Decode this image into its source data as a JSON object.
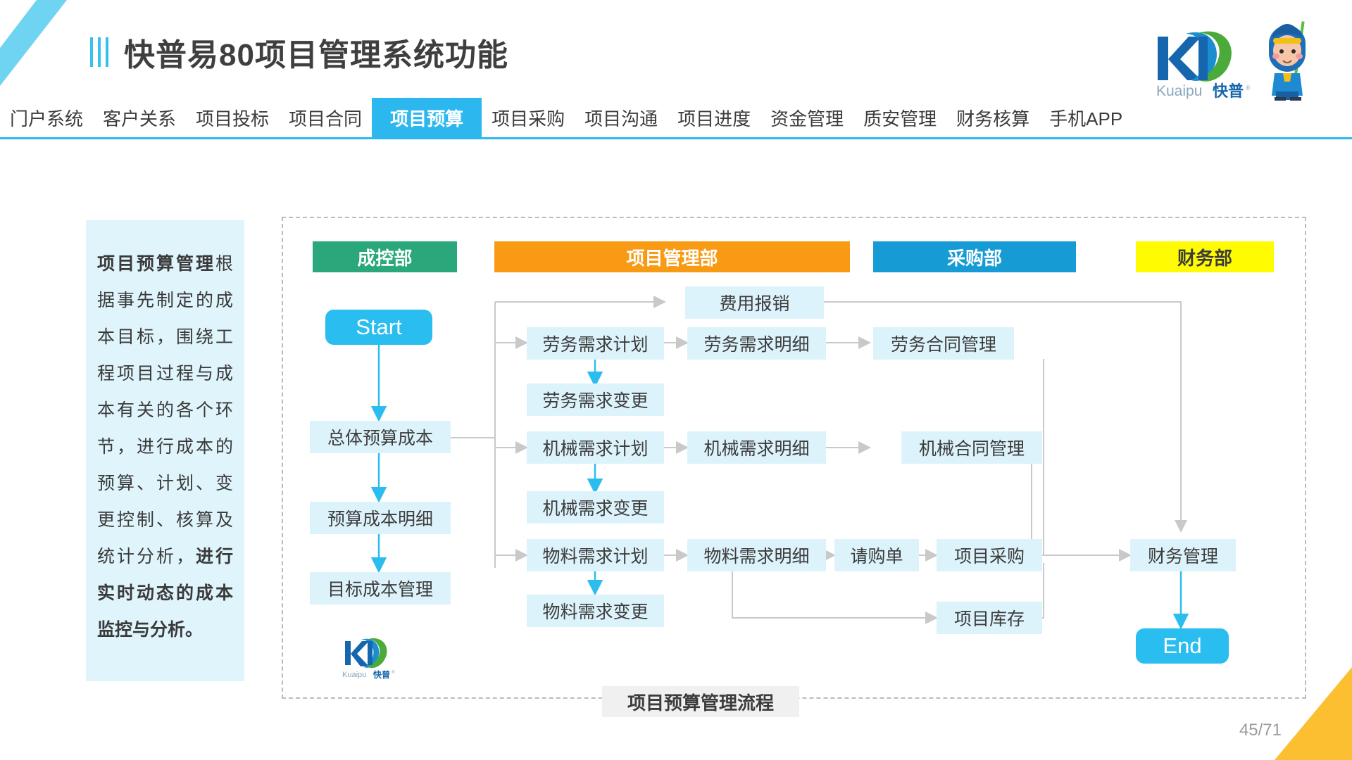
{
  "header": {
    "title": "快普易80项目管理系统功能",
    "logo": {
      "mark": "KP",
      "wordmark_en": "Kuaipu",
      "wordmark_cn": "快普",
      "registered": "®",
      "mascot": "monkey-mascot"
    }
  },
  "nav": {
    "items": [
      {
        "label": "门户系统",
        "active": false
      },
      {
        "label": "客户关系",
        "active": false
      },
      {
        "label": "项目投标",
        "active": false
      },
      {
        "label": "项目合同",
        "active": false
      },
      {
        "label": "项目预算",
        "active": true
      },
      {
        "label": "项目采购",
        "active": false
      },
      {
        "label": "项目沟通",
        "active": false
      },
      {
        "label": "项目进度",
        "active": false
      },
      {
        "label": "资金管理",
        "active": false
      },
      {
        "label": "质安管理",
        "active": false
      },
      {
        "label": "财务核算",
        "active": false
      },
      {
        "label": "手机APP",
        "active": false
      }
    ]
  },
  "sidebar": {
    "lead": "项目预算管理",
    "body": "根据事先制定的成本目标，围绕工程项目过程与成本有关的各个环节，进行成本的预算、计划、变更控制、核算及统计分析，",
    "emphasis": "进行实时动态的成本监控与分析。"
  },
  "flow": {
    "caption": "项目预算管理流程",
    "departments": [
      {
        "name": "成控部",
        "color": "#2aa87b"
      },
      {
        "name": "项目管理部",
        "color": "#f89a14"
      },
      {
        "name": "采购部",
        "color": "#169bd5"
      },
      {
        "name": "财务部",
        "color": "#fffb00",
        "text_color": "#3c3c3c"
      }
    ],
    "nodes": [
      {
        "id": "start",
        "label": "Start",
        "type": "terminal"
      },
      {
        "id": "n1",
        "label": "总体预算成本",
        "type": "process"
      },
      {
        "id": "n2",
        "label": "预算成本明细",
        "type": "process"
      },
      {
        "id": "n3",
        "label": "目标成本管理",
        "type": "process"
      },
      {
        "id": "n4",
        "label": "费用报销",
        "type": "process"
      },
      {
        "id": "n5",
        "label": "劳务需求计划",
        "type": "process"
      },
      {
        "id": "n6",
        "label": "劳务需求明细",
        "type": "process"
      },
      {
        "id": "n7",
        "label": "劳务合同管理",
        "type": "process"
      },
      {
        "id": "n8",
        "label": "劳务需求变更",
        "type": "process"
      },
      {
        "id": "n9",
        "label": "机械需求计划",
        "type": "process"
      },
      {
        "id": "n10",
        "label": "机械需求明细",
        "type": "process"
      },
      {
        "id": "n11",
        "label": "机械合同管理",
        "type": "process"
      },
      {
        "id": "n12",
        "label": "机械需求变更",
        "type": "process"
      },
      {
        "id": "n13",
        "label": "物料需求计划",
        "type": "process"
      },
      {
        "id": "n14",
        "label": "物料需求明细",
        "type": "process"
      },
      {
        "id": "n15",
        "label": "请购单",
        "type": "process"
      },
      {
        "id": "n16",
        "label": "项目采购",
        "type": "process"
      },
      {
        "id": "n17",
        "label": "物料需求变更",
        "type": "process"
      },
      {
        "id": "n18",
        "label": "项目库存",
        "type": "process"
      },
      {
        "id": "n19",
        "label": "财务管理",
        "type": "process"
      },
      {
        "id": "end",
        "label": "End",
        "type": "terminal"
      }
    ]
  },
  "footer": {
    "page_number": "45/71"
  },
  "colors": {
    "accent": "#2cb8ee",
    "node_fill": "#ddf3fb",
    "terminal_fill": "#29bdf0",
    "arrow_blue": "#2cbdf0",
    "arrow_gray": "#c9c9c9",
    "sidebar_fill": "#dff4fb",
    "corner_orange": "#fcbf32",
    "caption_fill": "#f0f0f0"
  }
}
